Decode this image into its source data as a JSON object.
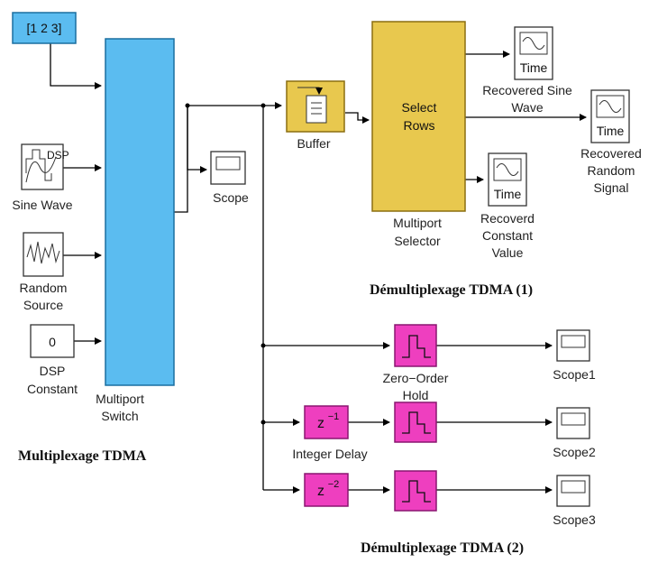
{
  "blocks": {
    "constant_vector": {
      "value": "[1 2 3]"
    },
    "sine_wave": {
      "label": "Sine Wave",
      "icon_text": "DSP"
    },
    "random_source": {
      "label_line1": "Random",
      "label_line2": "Source"
    },
    "dsp_constant": {
      "value": "0",
      "label_line1": "DSP",
      "label_line2": "Constant"
    },
    "multiport_switch": {
      "label_line1": "Multiport",
      "label_line2": "Switch"
    },
    "scope": {
      "label": "Scope"
    },
    "buffer": {
      "label": "Buffer"
    },
    "multiport_selector": {
      "text_line1": "Select",
      "text_line2": "Rows",
      "label_line1": "Multiport",
      "label_line2": "Selector"
    },
    "recovered_sine": {
      "icon_text": "Time",
      "label_line1": "Recovered Sine",
      "label_line2": "Wave"
    },
    "recovered_random": {
      "icon_text": "Time",
      "label_line1": "Recovered",
      "label_line2": "Random",
      "label_line3": "Signal"
    },
    "recovered_constant": {
      "icon_text": "Time",
      "label_line1": "Recoverd",
      "label_line2": "Constant",
      "label_line3": "Value"
    },
    "zero_order_hold": {
      "label_line1": "Zero−Order",
      "label_line2": "Hold"
    },
    "integer_delay": {
      "label": "Integer Delay",
      "z1_base": "z",
      "z1_exp": "−1"
    },
    "delay2": {
      "z2_base": "z",
      "z2_exp": "−2"
    },
    "scope1": {
      "label": "Scope1"
    },
    "scope2": {
      "label": "Scope2"
    },
    "scope3": {
      "label": "Scope3"
    }
  },
  "titles": {
    "demux1": "Démultiplexage TDMA (1)",
    "mux": "Multiplexage TDMA",
    "demux2": "Démultiplexage TDMA (2)"
  },
  "colors": {
    "cyan_block": "#5bbcf0",
    "yellow_block": "#e8c84e",
    "magenta_block": "#ee3fbf"
  }
}
